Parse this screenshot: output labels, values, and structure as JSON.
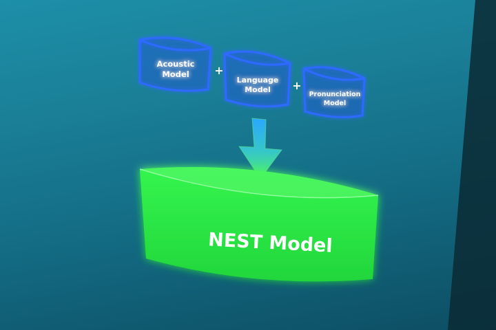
{
  "diagram": {
    "inputs": [
      {
        "line1": "Acoustic",
        "line2": "Model"
      },
      {
        "line1": "Language",
        "line2": "Model"
      },
      {
        "line1": "Pronunciation",
        "line2": "Model"
      }
    ],
    "operators": [
      "+",
      "+"
    ],
    "output": {
      "label": "NEST Model"
    },
    "colors": {
      "input_outline": "#2f6bff",
      "input_fill": "#1f5ec9",
      "output_green": "#2df04a",
      "arrow_top": "#2aa7ff",
      "arrow_bottom": "#4df06a"
    }
  }
}
